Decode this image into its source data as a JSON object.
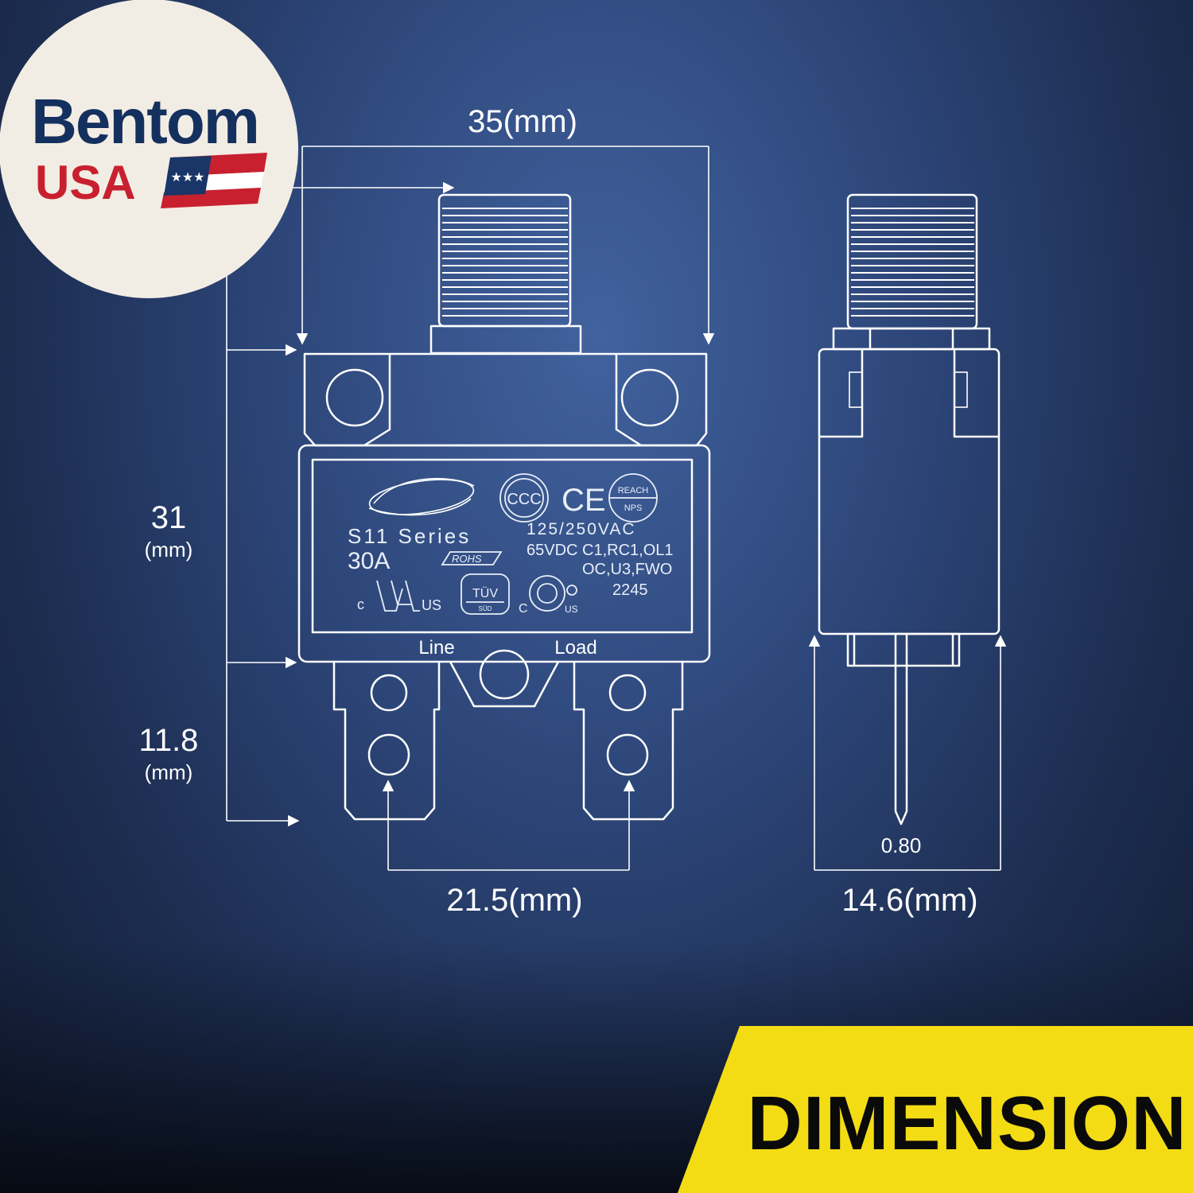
{
  "brand": {
    "name": "Bentom",
    "sub": "USA",
    "colors": {
      "name": "#14305e",
      "sub": "#c8202f",
      "flag_blue": "#1a3668",
      "flag_red": "#c8202f"
    }
  },
  "dimensions": {
    "width_top": "35(mm)",
    "height_body_value": "31",
    "height_body_unit": "(mm)",
    "terminal_length_value": "11.8",
    "terminal_length_unit": "(mm)",
    "terminal_spacing": "21.5(mm)",
    "depth": "14.6(mm)",
    "pin_thickness": "0.80"
  },
  "label": {
    "series": "S11 Series",
    "rating": "30A",
    "ac_rating": "125/250VAC",
    "dc_line1": "65VDC C1,RC1,OL1",
    "dc_line2": "OC,U3,FWO",
    "code": "2245",
    "rohs": "ROHS",
    "reach_top": "REACH",
    "reach_bottom": "NPS",
    "ccc": "CCC",
    "ce": "CE",
    "ul_c": "c",
    "ul_us": "US",
    "tuv_top": "TÜV",
    "tuv_bottom": "SÜD",
    "csa_c": "C",
    "csa_us": "US",
    "terminal_line": "Line",
    "terminal_load": "Load"
  },
  "banner": {
    "text": "DIMENSION",
    "color": "#f3dc14"
  }
}
